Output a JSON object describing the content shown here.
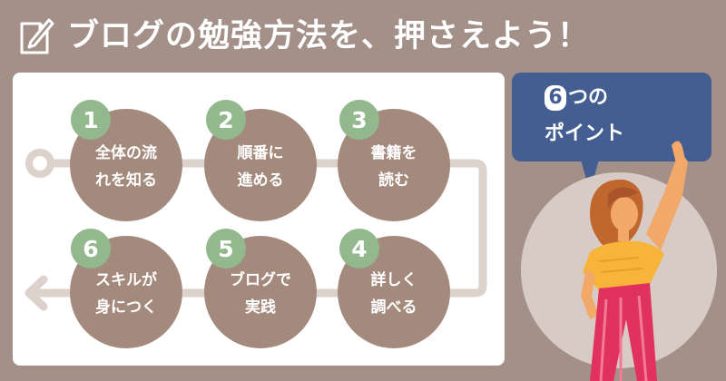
{
  "title": "ブログの勉強方法を、押さえよう！",
  "bubble": {
    "number": "6",
    "line1_rest": "つの",
    "line2": "ポイント"
  },
  "steps": [
    {
      "num": "1",
      "label": "全体の流\nれを知る"
    },
    {
      "num": "2",
      "label": "順番に\n進める"
    },
    {
      "num": "3",
      "label": "書籍を\n読む"
    },
    {
      "num": "4",
      "label": "詳しく\n調べる"
    },
    {
      "num": "5",
      "label": "ブログで\n実践"
    },
    {
      "num": "6",
      "label": "スキルが\n身につく"
    }
  ],
  "colors": {
    "background": "#a39089",
    "circle": "#a38a7d",
    "badge": "#93b88e",
    "bubble": "#445e92",
    "track": "#dcd1cb"
  },
  "icons": {
    "title": "document-pencil-icon",
    "track_start": "ring-icon",
    "track_end": "arrow-left-icon"
  }
}
